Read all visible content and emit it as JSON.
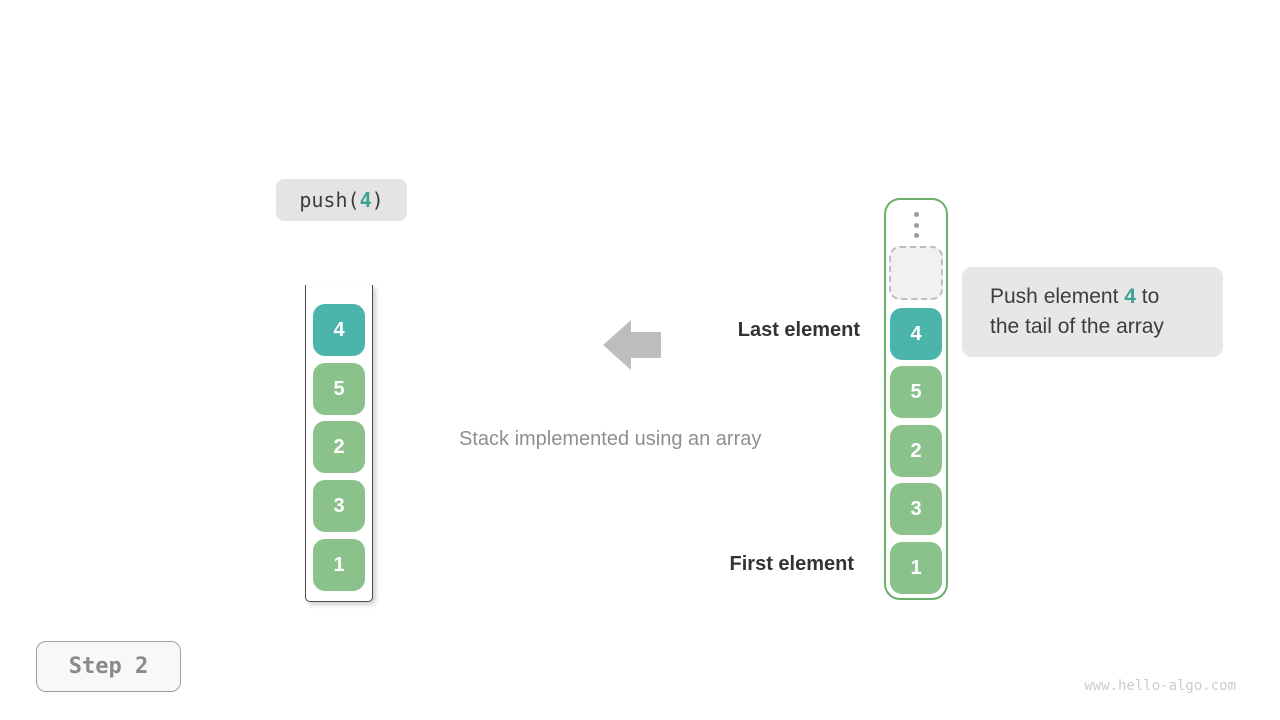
{
  "colors": {
    "teal_accent": "#3aa394",
    "teal_block": "#4bb5ac",
    "green_block": "#8bc28c",
    "green_border": "#6cae6c",
    "arrow_gray": "#bdbdbd",
    "badge_bg": "#e4e4e4",
    "tooltip_bg": "#e7e7e7"
  },
  "operation": {
    "prefix": "push(",
    "arg": "4",
    "suffix": ")"
  },
  "stack": {
    "items": [
      "4",
      "5",
      "2",
      "3",
      "1"
    ]
  },
  "array": {
    "ellipsis_icon": "vertical-dots",
    "empty_slot": "dashed-placeholder",
    "items": [
      "4",
      "5",
      "2",
      "3",
      "1"
    ]
  },
  "labels": {
    "last_element": "Last element",
    "first_element": "First element",
    "caption": "Stack implemented using an array"
  },
  "tooltip": {
    "line1_before": "Push element ",
    "value": "4",
    "line1_after": " to",
    "line2": "the tail of the array"
  },
  "step_badge": "Step 2",
  "watermark": "www.hello-algo.com"
}
